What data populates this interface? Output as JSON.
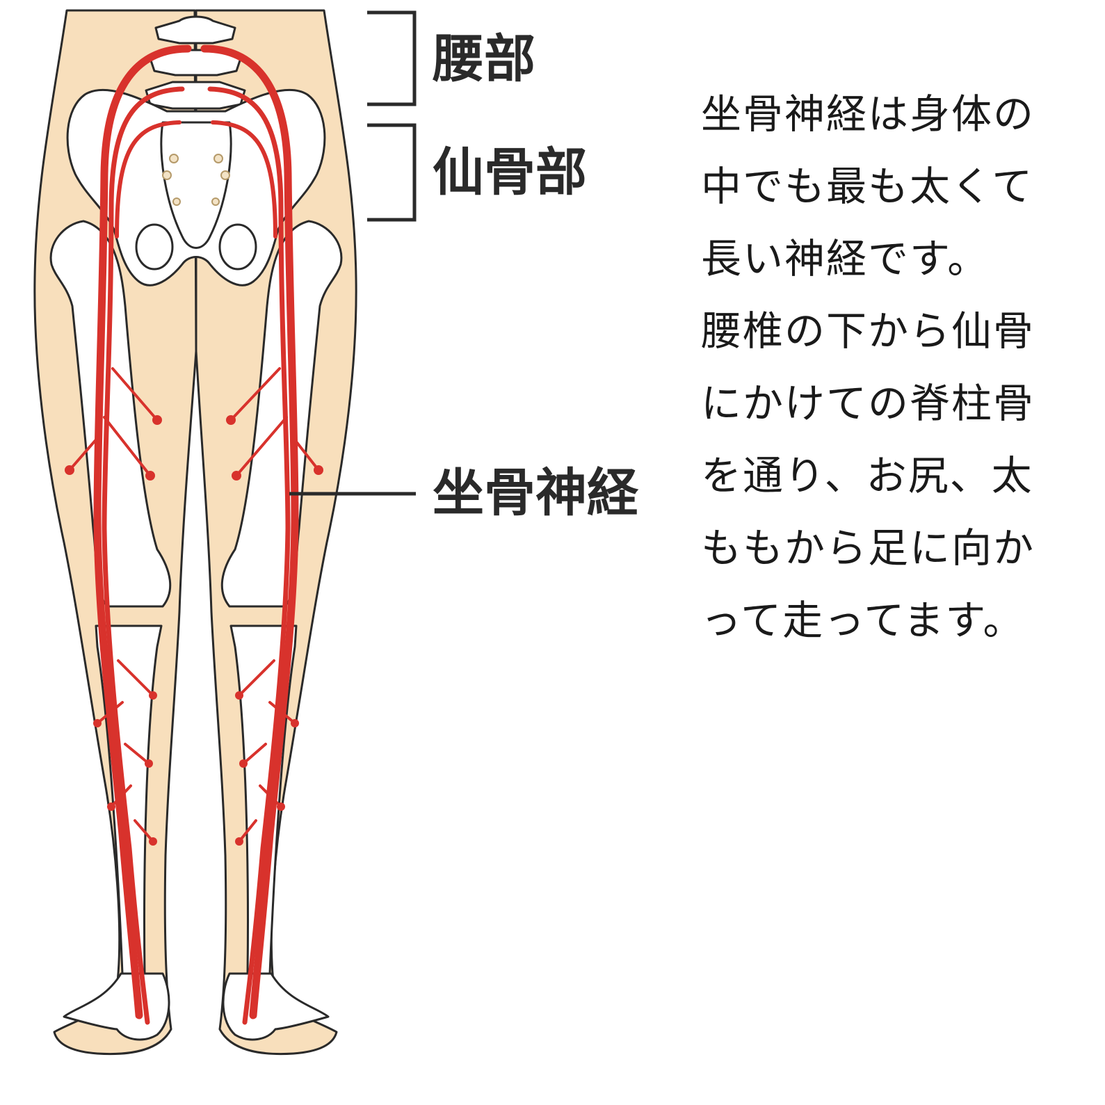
{
  "labels": {
    "lumbar": "腰部",
    "sacral": "仙骨部",
    "sciatic": "坐骨神経"
  },
  "description": [
    "坐骨神経は身体の",
    "中でも最も太くて",
    "長い神経です。",
    "腰椎の下から仙骨",
    "にかけての脊柱骨",
    "を通り、お尻、太",
    "ももから足に向か",
    "って走ってます。"
  ],
  "colors": {
    "skin": "#f8dfbc",
    "skin_outline": "#2a2a2a",
    "bone": "#ffffff",
    "nerve": "#d8322c",
    "text": "#1a1a1a"
  }
}
